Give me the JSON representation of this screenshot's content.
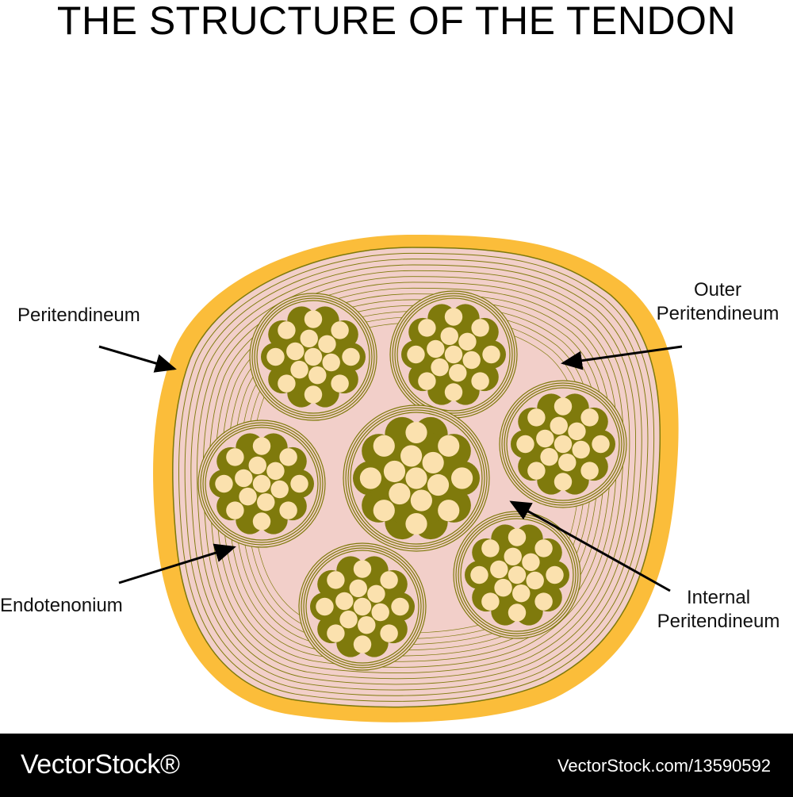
{
  "title": "THE STRUCTURE OF THE TENDON",
  "labels": {
    "peritendineum": "Peritendineum",
    "outer_line1": "Outer",
    "outer_line2": "Peritendineum",
    "internal_line1": "Internal",
    "internal_line2": "Peritendineum",
    "endotenonium": "Endotenonium"
  },
  "footer": {
    "brand": "VectorStock®",
    "image_id": "VectorStock.com/13590592"
  },
  "colors": {
    "outer_sheath": "#fbbd3a",
    "matrix": "#f2cfc9",
    "fascicle": "#7f7a0c",
    "fiber": "#fbe1ae",
    "arrow": "#000000"
  }
}
